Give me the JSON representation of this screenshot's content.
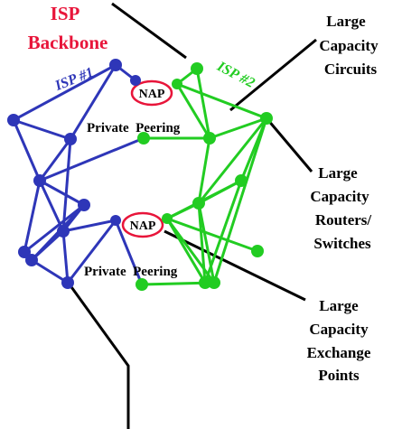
{
  "colors": {
    "isp1": "#2e36b8",
    "isp2": "#22cc22",
    "nap_ring": "#e8153a",
    "title": "#e8153a",
    "annotation": "#000000"
  },
  "title": {
    "line1": "ISP",
    "line2": "Backbone"
  },
  "isp1_label": "ISP #1",
  "isp2_label": "ISP #2",
  "naps": [
    {
      "id": "nap-top",
      "label": "NAP"
    },
    {
      "id": "nap-bottom",
      "label": "NAP"
    }
  ],
  "private_peering": [
    {
      "id": "peering-top",
      "label": "Private  Peering"
    },
    {
      "id": "peering-bottom",
      "label": "Private  Peering"
    }
  ],
  "annotations": {
    "circuits": [
      "Large",
      "Capacity",
      "Circuits"
    ],
    "routers": [
      "Large",
      "Capacity",
      "Routers/",
      "Switches"
    ],
    "exchange": [
      "Large",
      "Capacity",
      "Exchange",
      "Points"
    ]
  },
  "network": {
    "nodes": [
      {
        "id": "a1",
        "net": "isp1"
      },
      {
        "id": "a2",
        "net": "isp1"
      },
      {
        "id": "a3",
        "net": "isp1"
      },
      {
        "id": "a4",
        "net": "isp1"
      },
      {
        "id": "a5",
        "net": "isp1"
      },
      {
        "id": "a6",
        "net": "isp1"
      },
      {
        "id": "a7",
        "net": "isp1"
      },
      {
        "id": "a8",
        "net": "isp1"
      },
      {
        "id": "a9",
        "net": "isp1"
      },
      {
        "id": "a10",
        "net": "isp1"
      },
      {
        "id": "a11",
        "net": "isp1"
      },
      {
        "id": "a12",
        "net": "isp1"
      },
      {
        "id": "b1",
        "net": "isp2"
      },
      {
        "id": "b2",
        "net": "isp2"
      },
      {
        "id": "b3",
        "net": "isp2"
      },
      {
        "id": "b4",
        "net": "isp2"
      },
      {
        "id": "b5",
        "net": "isp2"
      },
      {
        "id": "b6",
        "net": "isp2"
      },
      {
        "id": "b7",
        "net": "isp2"
      },
      {
        "id": "b8",
        "net": "isp2"
      },
      {
        "id": "b9",
        "net": "isp2"
      },
      {
        "id": "b10",
        "net": "isp2"
      },
      {
        "id": "b11",
        "net": "isp2"
      },
      {
        "id": "b12",
        "net": "isp2"
      }
    ],
    "links": [
      {
        "from": "a1",
        "to": "a2",
        "net": "isp1"
      },
      {
        "from": "a1",
        "to": "a3",
        "net": "isp1"
      },
      {
        "from": "a1",
        "to": "a4",
        "net": "isp1"
      },
      {
        "from": "a3",
        "to": "a5",
        "net": "isp1"
      },
      {
        "from": "a3",
        "to": "a4",
        "net": "isp1"
      },
      {
        "from": "a5",
        "to": "a6",
        "net": "isp1"
      },
      {
        "from": "a5",
        "to": "a9",
        "net": "isp1"
      },
      {
        "from": "a4",
        "to": "a5",
        "net": "isp1"
      },
      {
        "from": "a4",
        "to": "a7",
        "net": "isp1"
      },
      {
        "from": "a5",
        "to": "a7",
        "net": "isp1"
      },
      {
        "from": "a6",
        "to": "a7",
        "net": "isp1"
      },
      {
        "from": "a6",
        "to": "a9",
        "net": "isp1"
      },
      {
        "from": "a6",
        "to": "a10",
        "net": "isp1"
      },
      {
        "from": "a7",
        "to": "a8",
        "net": "isp1"
      },
      {
        "from": "a7",
        "to": "a10",
        "net": "isp1"
      },
      {
        "from": "a9",
        "to": "a10",
        "net": "isp1"
      },
      {
        "from": "a10",
        "to": "a11",
        "net": "isp1"
      },
      {
        "from": "a7",
        "to": "a12",
        "net": "isp1"
      },
      {
        "from": "a12",
        "to": "a8",
        "net": "isp1"
      },
      {
        "from": "b2",
        "to": "b1",
        "net": "isp2"
      },
      {
        "from": "b2",
        "to": "b5",
        "net": "isp2"
      },
      {
        "from": "b1",
        "to": "b3",
        "net": "isp2"
      },
      {
        "from": "b1",
        "to": "b5",
        "net": "isp2"
      },
      {
        "from": "b3",
        "to": "b5",
        "net": "isp2"
      },
      {
        "from": "b3",
        "to": "b6",
        "net": "isp2"
      },
      {
        "from": "b3",
        "to": "b7",
        "net": "isp2"
      },
      {
        "from": "b3",
        "to": "b11",
        "net": "isp2"
      },
      {
        "from": "b5",
        "to": "b7",
        "net": "isp2"
      },
      {
        "from": "b5",
        "to": "b4",
        "net": "isp2"
      },
      {
        "from": "b6",
        "to": "b7",
        "net": "isp2"
      },
      {
        "from": "b7",
        "to": "b8",
        "net": "isp2"
      },
      {
        "from": "b7",
        "to": "b10",
        "net": "isp2"
      },
      {
        "from": "b7",
        "to": "b11",
        "net": "isp2"
      },
      {
        "from": "b6",
        "to": "b8",
        "net": "isp2"
      },
      {
        "from": "b6",
        "to": "b10",
        "net": "isp2"
      },
      {
        "from": "b8",
        "to": "b9",
        "net": "isp2"
      },
      {
        "from": "b8",
        "to": "b10",
        "net": "isp2"
      },
      {
        "from": "b8",
        "to": "b11",
        "net": "isp2"
      },
      {
        "from": "b10",
        "to": "b11",
        "net": "isp2"
      },
      {
        "from": "a8",
        "to": "b12",
        "net": "isp1"
      },
      {
        "from": "b12",
        "to": "b11",
        "net": "isp2"
      },
      {
        "from": "a5",
        "to": "b4",
        "net": "isp1"
      },
      {
        "from": "b4",
        "to": "b5",
        "net": "isp2"
      }
    ]
  }
}
